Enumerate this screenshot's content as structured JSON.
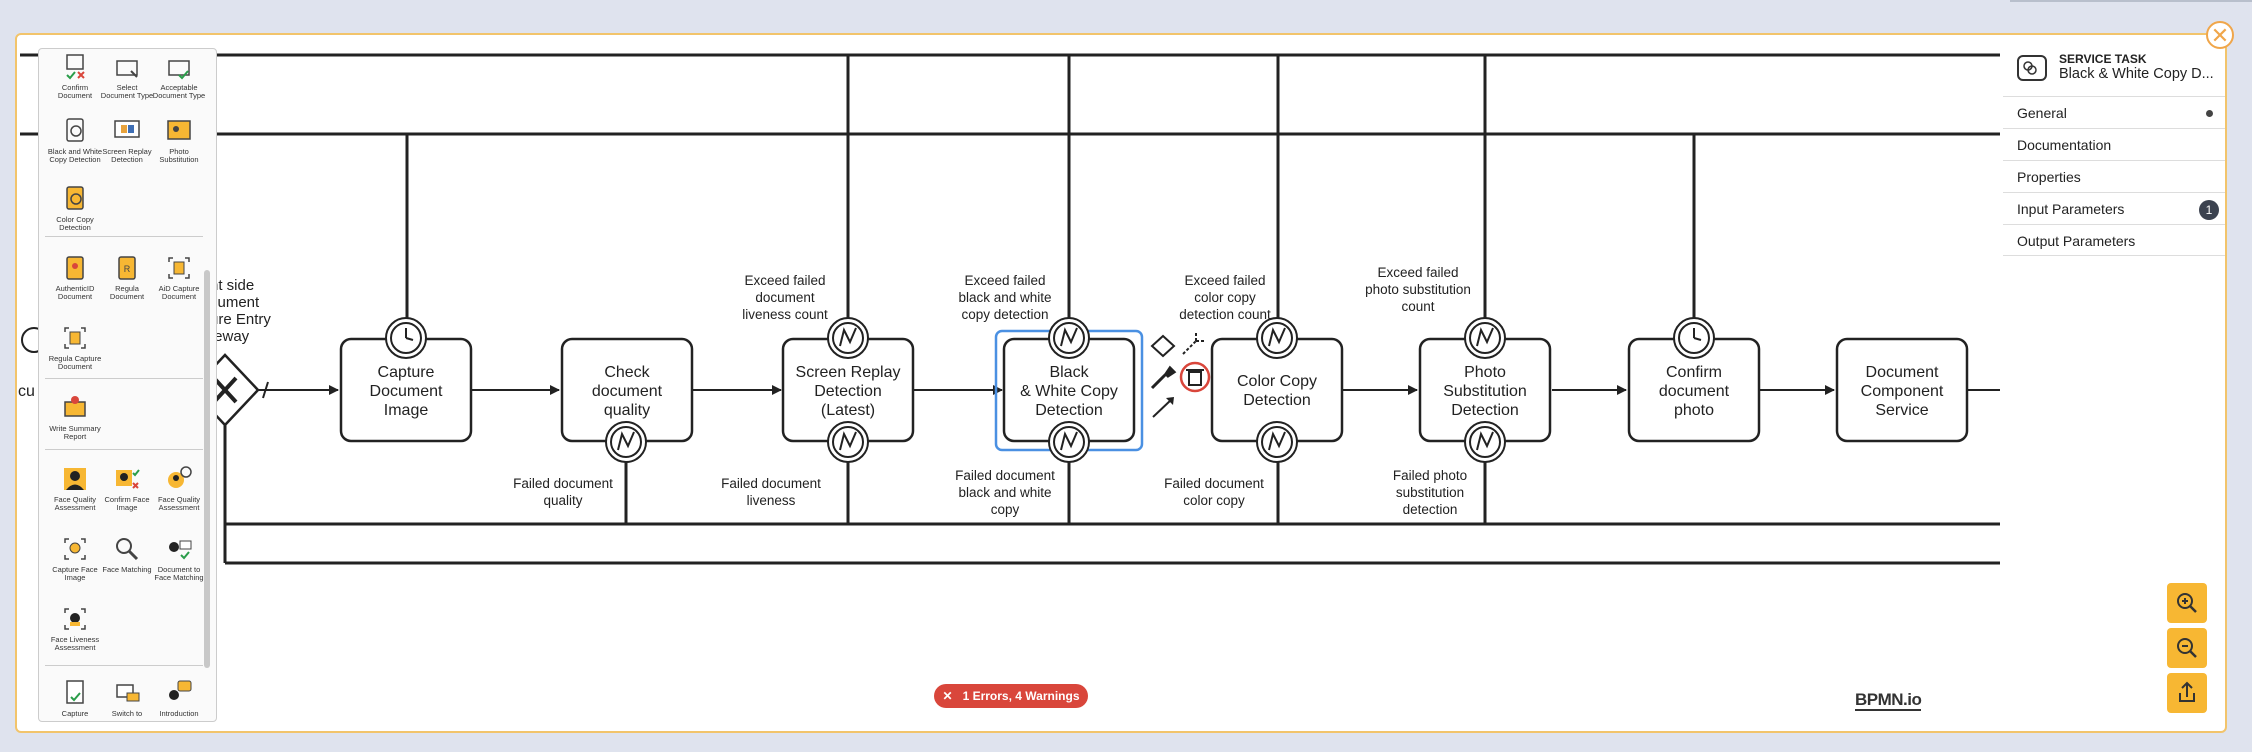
{
  "window": {
    "close_glyph": "✕"
  },
  "palette": {
    "items": [
      {
        "label": "Confirm Document",
        "icon": "confirm-document-icon"
      },
      {
        "label": "Select Document Type",
        "icon": "select-document-type-icon"
      },
      {
        "label": "Acceptable Document Type",
        "icon": "acceptable-document-type-icon"
      },
      {
        "label": "Black and White Copy Detection",
        "icon": "black-white-copy-icon"
      },
      {
        "label": "Screen Replay Detection",
        "icon": "screen-replay-icon"
      },
      {
        "label": "Photo Substitution",
        "icon": "photo-substitution-icon"
      },
      {
        "label": "Color Copy Detection",
        "icon": "color-copy-icon"
      },
      {
        "label": "AuthenticID Document",
        "icon": "authenticid-document-icon"
      },
      {
        "label": "Regula Document",
        "icon": "regula-document-icon"
      },
      {
        "label": "AiD Capture Document",
        "icon": "aid-capture-icon"
      },
      {
        "label": "Regula Capture Document",
        "icon": "regula-capture-icon"
      },
      {
        "label": "Write Summary Report",
        "icon": "summary-report-icon"
      },
      {
        "label": "Face Quality Assessment",
        "icon": "face-quality-icon"
      },
      {
        "label": "Confirm Face Image",
        "icon": "confirm-face-icon"
      },
      {
        "label": "Face Quality Assessment",
        "icon": "face-quality-2-icon"
      },
      {
        "label": "Capture Face Image",
        "icon": "capture-face-icon"
      },
      {
        "label": "Face Matching",
        "icon": "face-matching-icon"
      },
      {
        "label": "Document to Face Matching",
        "icon": "doc-face-matching-icon"
      },
      {
        "label": "Face Liveness Assessment",
        "icon": "face-liveness-icon"
      },
      {
        "label": "Capture",
        "icon": "capture-icon"
      },
      {
        "label": "Switch to",
        "icon": "switch-to-icon"
      },
      {
        "label": "Introduction",
        "icon": "introduction-icon"
      }
    ]
  },
  "diagram": {
    "partial_label_lines": [
      "nt side",
      "cument",
      "ure Entry",
      "teway"
    ],
    "partial_task": "cu",
    "tasks": [
      {
        "id": "capture",
        "lines": [
          "Capture",
          "Document",
          "Image"
        ]
      },
      {
        "id": "quality",
        "lines": [
          "Check",
          "document",
          "quality"
        ]
      },
      {
        "id": "replay",
        "lines": [
          "Screen Replay",
          "Detection",
          "(Latest)"
        ]
      },
      {
        "id": "bw",
        "lines": [
          "Black",
          "& White Copy",
          "Detection"
        ]
      },
      {
        "id": "color",
        "lines": [
          "Color Copy",
          "Detection"
        ]
      },
      {
        "id": "photo",
        "lines": [
          "Photo",
          "Substitution",
          "Detection"
        ]
      },
      {
        "id": "confirm",
        "lines": [
          "Confirm",
          "document",
          "photo"
        ]
      },
      {
        "id": "component",
        "lines": [
          "Document",
          "Component",
          "Service"
        ]
      }
    ],
    "top_labels": [
      {
        "lines": [
          "Exceed failed",
          "document",
          "liveness count"
        ]
      },
      {
        "lines": [
          "Exceed failed",
          "black and white",
          "copy detection"
        ]
      },
      {
        "lines": [
          "Exceed failed",
          "color copy",
          "detection count"
        ]
      },
      {
        "lines": [
          "Exceed failed",
          "photo substitution",
          "count"
        ]
      }
    ],
    "bottom_labels": [
      {
        "lines": [
          "Failed document",
          "quality"
        ]
      },
      {
        "lines": [
          "Failed document",
          "liveness"
        ]
      },
      {
        "lines": [
          "Failed document",
          "black and white",
          "copy"
        ]
      },
      {
        "lines": [
          "Failed document",
          "color copy"
        ]
      },
      {
        "lines": [
          "Failed photo",
          "substitution",
          "detection"
        ]
      }
    ]
  },
  "properties": {
    "type": "SERVICE TASK",
    "name": "Black & White Copy D...",
    "groups": [
      {
        "label": "General",
        "indicator": "dot"
      },
      {
        "label": "Documentation",
        "indicator": ""
      },
      {
        "label": "Properties",
        "indicator": ""
      },
      {
        "label": "Input Parameters",
        "indicator": "1"
      },
      {
        "label": "Output Parameters",
        "indicator": ""
      }
    ]
  },
  "status": {
    "errors_text": "1 Errors, 4 Warnings",
    "error_glyph": "✕"
  },
  "logo": "BPMN.io",
  "colors": {
    "accent": "#f7b733",
    "selection": "#4a90e2",
    "error": "#d9463b",
    "frame": "#f2c46b"
  }
}
